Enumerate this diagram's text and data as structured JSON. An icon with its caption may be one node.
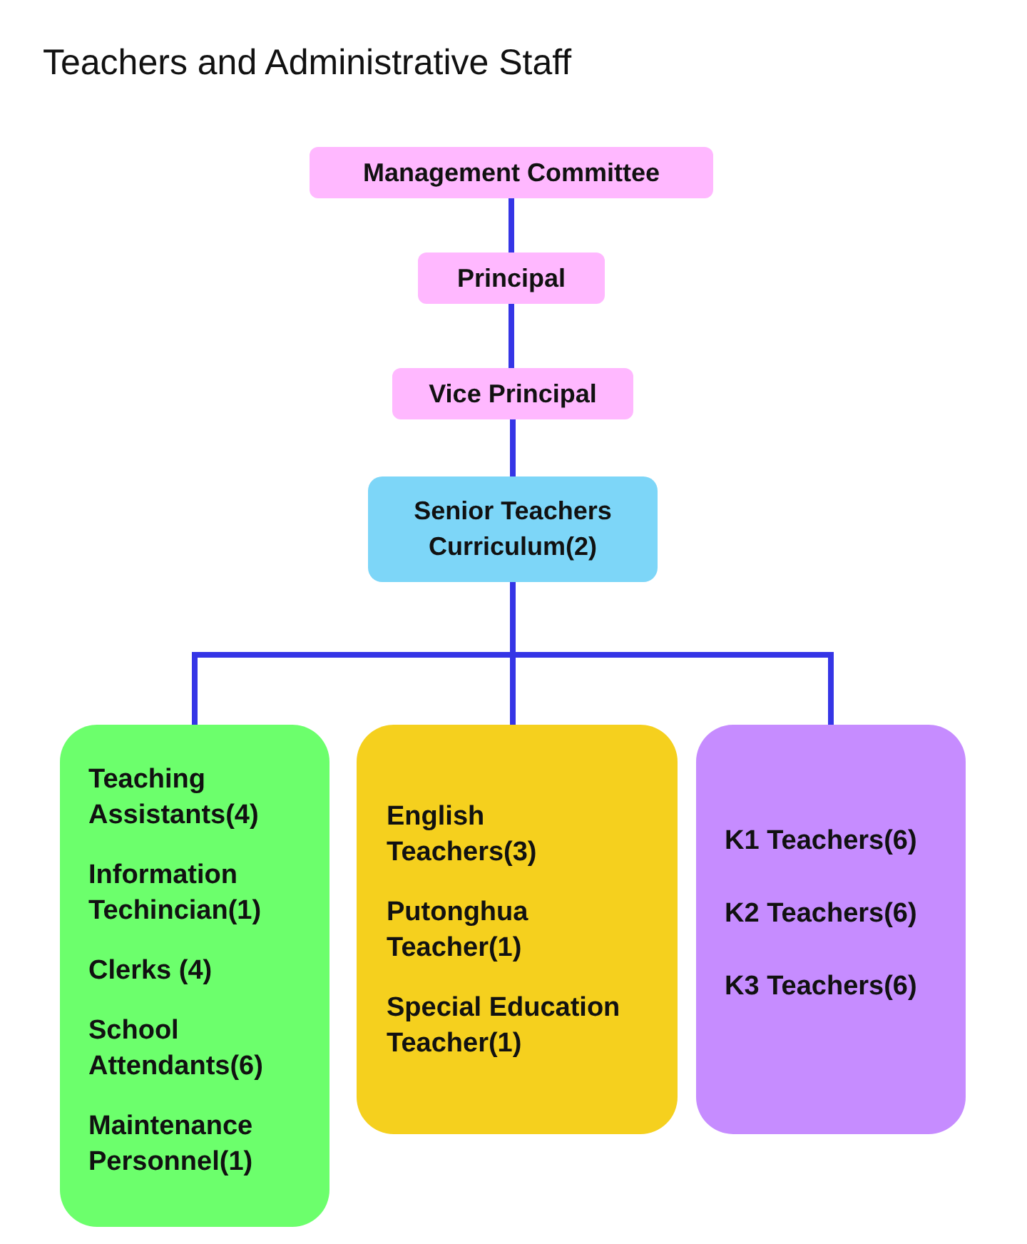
{
  "diagram": {
    "title": "Teachers and Administrative Staff",
    "nodes": [
      {
        "text": [
          "Management Committee"
        ]
      },
      {
        "text": [
          "Principal"
        ]
      },
      {
        "text": [
          "Vice Principal"
        ]
      },
      {
        "text": [
          "Senior Teachers Curriculum(2)"
        ]
      },
      {
        "text": [
          "Teaching Assistants(4)",
          "Information Techincian(1)",
          "Clerks (4)",
          "School Attendants(6)",
          "Maintenance Personnel(1)"
        ]
      },
      {
        "text": [
          "English Teachers(3)",
          "Putonghua Teacher(1)",
          "Special Education Teacher(1)"
        ]
      },
      {
        "text": [
          "K1 Teachers(6)",
          "K2 Teachers(6)",
          "K3 Teachers(6)"
        ]
      }
    ],
    "edges": [
      {
        "from": 0,
        "to": 1,
        "arrow": "none"
      },
      {
        "from": 1,
        "to": 2,
        "arrow": "none"
      },
      {
        "from": 2,
        "to": 3,
        "arrow": "none"
      },
      {
        "from": 3,
        "to": 4,
        "arrow": "none"
      },
      {
        "from": 3,
        "to": 5,
        "arrow": "none"
      },
      {
        "from": 3,
        "to": 6,
        "arrow": "none"
      }
    ]
  }
}
